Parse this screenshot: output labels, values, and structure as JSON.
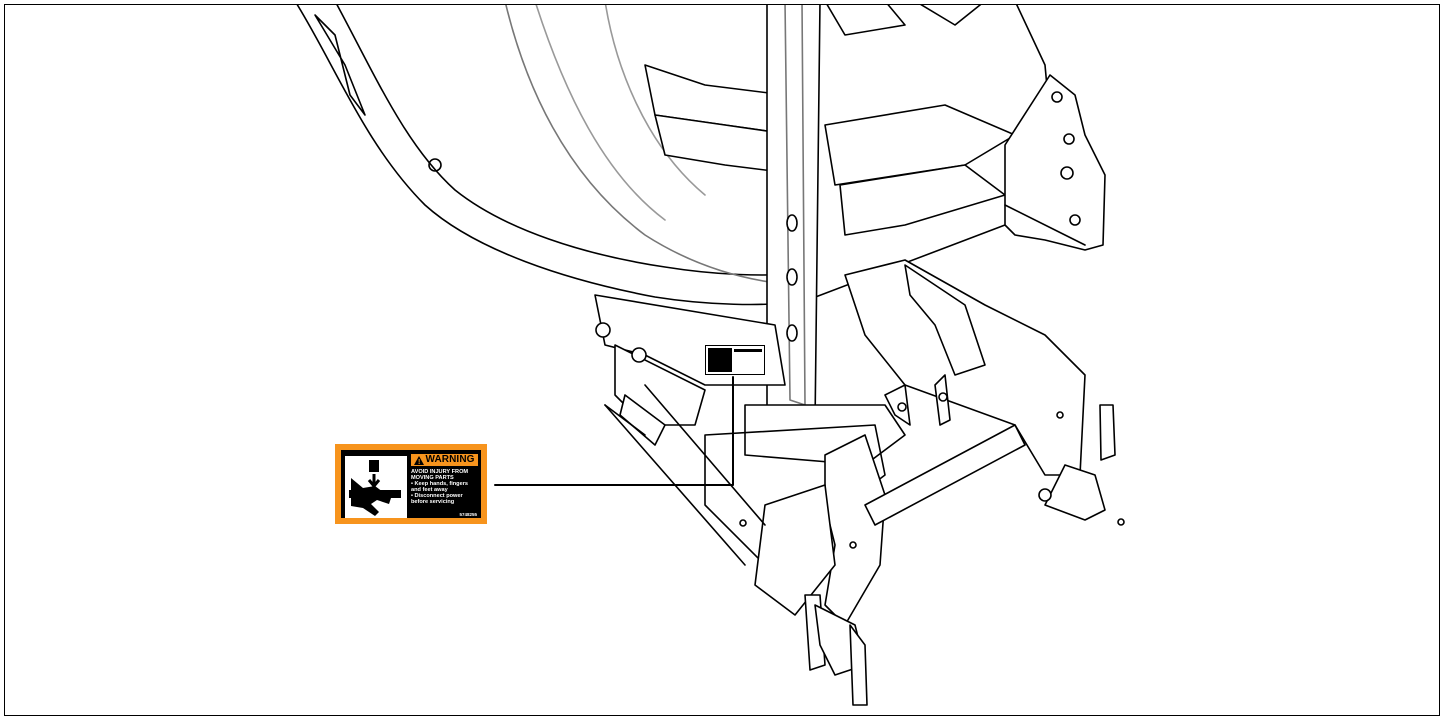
{
  "colors": {
    "warning_orange": "#f7941d",
    "line": "#000000",
    "background": "#ffffff"
  },
  "icons": {
    "decal_pictogram": "hand-crush-icon",
    "alert_symbol": "warning-triangle-icon"
  },
  "warning_decal": {
    "heading": "WARNING",
    "lines": [
      "AVOID INJURY FROM",
      "MOVING PARTS",
      "• Keep hands, fingers",
      "and feet away",
      "• Disconnect power",
      "before servicing"
    ],
    "part_number": "5748255"
  }
}
